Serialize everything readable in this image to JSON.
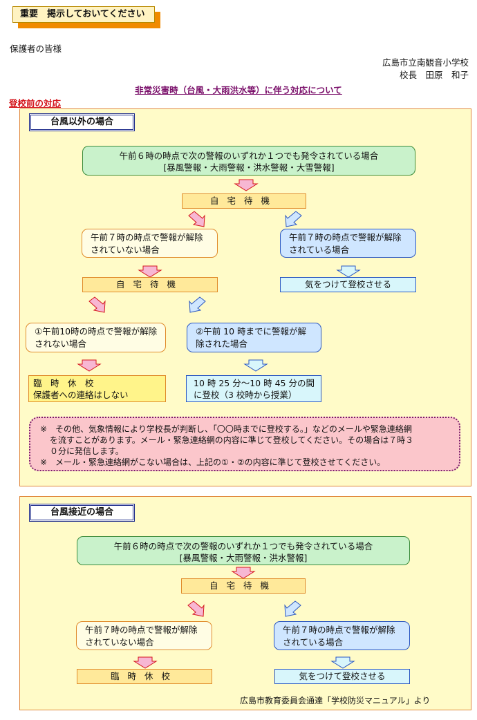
{
  "notice_tag": "重要　掲示しておいてください",
  "greeting": "保護者の皆様",
  "school": "広島市立南観音小学校",
  "principal": "校長　田原　和子",
  "subject": "非常災害時（台風・大雨洪水等）に伴う対応について",
  "pre_school_label": "登校前の対応",
  "section1": {
    "title": "台風以外の場合",
    "warning_line1": "午前６時の時点で次の警報のいずれか１つでも発令されている場合",
    "warning_line2": "[暴風警報・大雨警報・洪水警報・大雪警報]",
    "standby1": "自宅待機",
    "not_lifted_7": "午前７時の時点で警報が解除されていない場合",
    "lifted_7": "午前７時の時点で警報が解除されている場合",
    "standby2": "自宅待機",
    "go_school": "気をつけて登校させる",
    "not_lifted_10": "①午前10時の時点で警報が解除されない場合",
    "lifted_10": "②午前 10 時までに警報が解除された場合",
    "closure_line1": "臨　時　休　校",
    "closure_line2": "保護者への連絡はしない",
    "late_line1": "10 時 25 分～10 時 45 分の間",
    "late_line2": "に登校（3 校時から授業）",
    "note1_a": "※　その他、気象情報により学校長が判断し、「〇〇時までに登校する。」などのメールや緊急連絡網",
    "note1_b": "を流すことがあります。メール・緊急連絡網の内容に準じて登校してください。その場合は７時３",
    "note1_c": "０分に発信します。",
    "note2": "※　メール・緊急連絡網がこない場合は、上記の①・②の内容に準じて登校させてください。"
  },
  "section2": {
    "title": "台風接近の場合",
    "warning_line1": "午前６時の時点で次の警報のいずれか１つでも発令されている場合",
    "warning_line2": "[暴風警報・大雨警報・洪水警報]",
    "standby": "自宅待機",
    "not_lifted_7": "午前７時の時点で警報が解除されていない場合",
    "lifted_7": "午前７時の時点で警報が解除されている場合",
    "closure": "臨時休校",
    "go_school": "気をつけて登校させる"
  },
  "credit": "広島市教育委員会通達「学校防災マニュアル」より",
  "colors": {
    "accent_orange": "#f08a00",
    "section_bg": "#fffbc8",
    "green_box": "#c9f2cb",
    "blue_box": "#cfe6ff",
    "note_bg": "#fbc6cb",
    "title_red": "#d4141b",
    "subject_purple": "#7a0f6a"
  }
}
